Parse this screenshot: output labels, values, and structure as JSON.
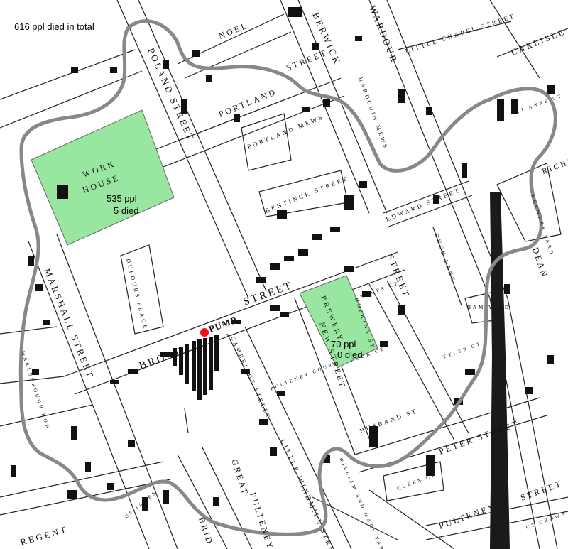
{
  "total_label": "616 ppl died in total",
  "workhouse": {
    "label_line1": "WORK",
    "label_line2": "HOUSE",
    "population": "535 ppl",
    "deaths": "5 died",
    "fill_color": "#99e6a0"
  },
  "brewery": {
    "label": "BREWERY",
    "population": "70 ppl",
    "deaths": "0 died",
    "fill_color": "#99e6a0"
  },
  "pump": {
    "label": "PUMP",
    "marker_color": "#ee1111"
  },
  "boundary_color": "#888888",
  "streets": {
    "broad_street": "BROAD",
    "broad_street_2": "STREET",
    "poland_street": "POLAND STREET",
    "marshall_street": "MARSHALL STREET",
    "noel_street": "NOEL",
    "portland_street": "PORTLAND",
    "portland_street_2": "STREET",
    "portland_mews": "PORTLAND MEWS",
    "bentinck_street": "BENTINCK STREET",
    "berwick_street": "BERWICK",
    "hardouin_mews": "HARDOUIN MEWS",
    "little_chapel_street": "LITTLE CHAPEL STREET",
    "carlisle": "CARLISLE",
    "edward_street": "EDWARD STREET",
    "duck_lane": "DUCK LANE",
    "wardour_street": "WARDOUR",
    "wardour_street_2": "STREET",
    "dufours_place": "DUFOURS PLACE",
    "cambridge_street": "CAMBRIDGE STREET",
    "new_street": "NEW STREET",
    "hopkins_street": "HOPKINS ST",
    "pulteney_court": "PULTENEY COURT",
    "husband_street": "HUSBAND ST",
    "peter_street": "PETER STREET",
    "little_windmill_street": "LITTLE WINDMILL STREET",
    "great_pulteney": "GREAT",
    "great_pulteney_2": "PULTENEY",
    "william_mary_yard": "WILLIAM AND MARY YARD",
    "pulteney_street": "PULTENEY",
    "pulteney_street_2": "STREET",
    "bridle": "BRID",
    "regent_street": "REGENT",
    "st_anne_court": "ST ANNE CT",
    "richmond": "RICHMO",
    "brewery_yard": "BREWERY YARD",
    "dean_street": "DEAN",
    "marlborough_row": "MARLBOROUGH ROW",
    "ham_yard": "HAM YARD",
    "up_james": "UP JAMES",
    "crown_ct": "CT CROWN",
    "kemps_ct": "KEMPS CT",
    "cock_ct": "COCK CT",
    "tyler_ct": "TYLER CT",
    "queen_ct": "QUEEN CT"
  }
}
